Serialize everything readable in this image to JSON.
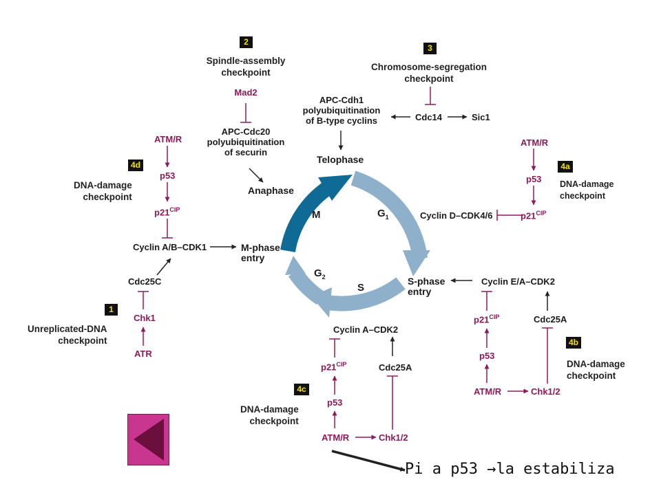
{
  "badges": {
    "b1": "1",
    "b2": "2",
    "b3": "3",
    "b4a": "4a",
    "b4b": "4b",
    "b4c": "4c",
    "b4d": "4d"
  },
  "checkpoints": {
    "spindle_l1": "Spindle-assembly",
    "spindle_l2": "checkpoint",
    "chromseg_l1": "Chromosome-segregation",
    "chromseg_l2": "checkpoint",
    "dnadamage_l1": "DNA-damage",
    "dnadamage_l2": "checkpoint",
    "unrep_l1": "Unreplicated-DNA",
    "unrep_l2": "checkpoint"
  },
  "phases": {
    "m": "M",
    "g1": "G",
    "g1_sub": "1",
    "s": "S",
    "g2": "G",
    "g2_sub": "2"
  },
  "nodes": {
    "mad2": "Mad2",
    "apc_cdc20_l1": "APC-Cdc20",
    "apc_cdc20_l2": "polyubiquitination",
    "apc_cdc20_l3": "of securin",
    "anaphase": "Anaphase",
    "apc_cdh1_l1": "APC-Cdh1",
    "apc_cdh1_l2": "polyubiquitination",
    "apc_cdh1_l3": "of B-type cyclins",
    "cdc14": "Cdc14",
    "sic1": "Sic1",
    "telophase": "Telophase",
    "atmr": "ATM/R",
    "p53": "p53",
    "p21": "p21",
    "cip": "CIP",
    "cyclin_d_cdk46": "Cyclin D–CDK4/6",
    "cyclin_ab_cdk1": "Cyclin A/B–CDK1",
    "mphase_l1": "M-phase",
    "mphase_l2": "entry",
    "cdc25c": "Cdc25C",
    "chk1": "Chk1",
    "atr": "ATR",
    "sphase_l1": "S-phase",
    "sphase_l2": "entry",
    "cyclin_ea_cdk2": "Cyclin E/A–CDK2",
    "cdc25a": "Cdc25A",
    "chk12": "Chk1/2",
    "cyclin_a_cdk2": "Cyclin A–CDK2"
  },
  "footer_text": "Pi a p53 →la estabiliza",
  "colors": {
    "cycle_dark": "#0f6b96",
    "cycle_light": "#8fb0cb",
    "inhibit": "#8a1a5a",
    "badge_bg": "#111111",
    "badge_fg": "#f3e000",
    "nav_button": "#c8368f"
  },
  "icons": {
    "nav": "back-triangle-icon"
  }
}
